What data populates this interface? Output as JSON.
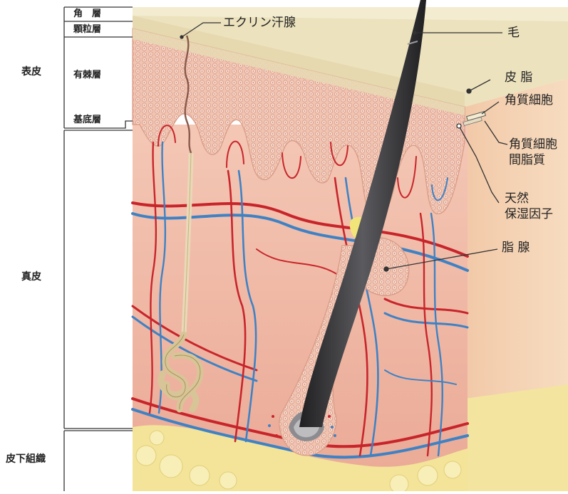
{
  "diagram": {
    "side_labels": {
      "epidermis": "表皮",
      "dermis": "真皮",
      "subcutis": "皮下組織"
    },
    "layer_labels": {
      "stratum_corneum": "角　層",
      "stratum_granulosum": "顆粒層",
      "stratum_spinosum": "有棘層",
      "stratum_basale": "基底層"
    },
    "callouts": {
      "eccrine_gland": "エクリン汗腺",
      "hair": "毛",
      "sebum": "皮 脂",
      "corneocyte": "角質細胞",
      "intercellular_lipid_line1": "角質細胞",
      "intercellular_lipid_line2": "間脂質",
      "nmf_line1": "天然",
      "nmf_line2": "保湿因子",
      "sebaceous_gland": "脂 腺"
    },
    "colors": {
      "stratum_corneum": "#eadfb8",
      "epidermis": "#f2c9b8",
      "dermis": "#f0b9a6",
      "subcutis_fat": "#f3e49a",
      "artery": "#c8252b",
      "vein": "#3f82c4",
      "hair": "#3a3a3c",
      "sweat_gland": "#dccfa6"
    }
  }
}
